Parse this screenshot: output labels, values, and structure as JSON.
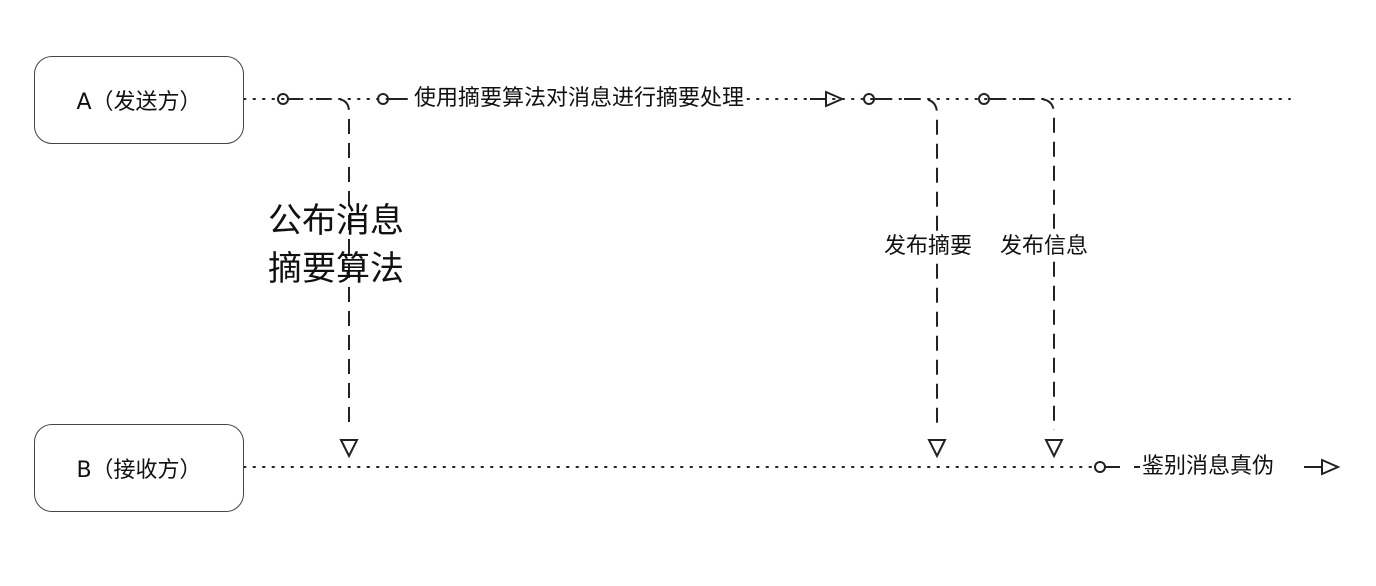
{
  "parties": {
    "a": "A（发送方）",
    "b": "B（接收方）"
  },
  "steps": {
    "use_algorithm": "使用摘要算法对消息进行摘要处理",
    "publish_algorithm_line1": "公布消息",
    "publish_algorithm_line2": "摘要算法",
    "publish_digest": "发布摘要",
    "publish_message": "发布信息",
    "verify": "鉴别消息真伪"
  }
}
